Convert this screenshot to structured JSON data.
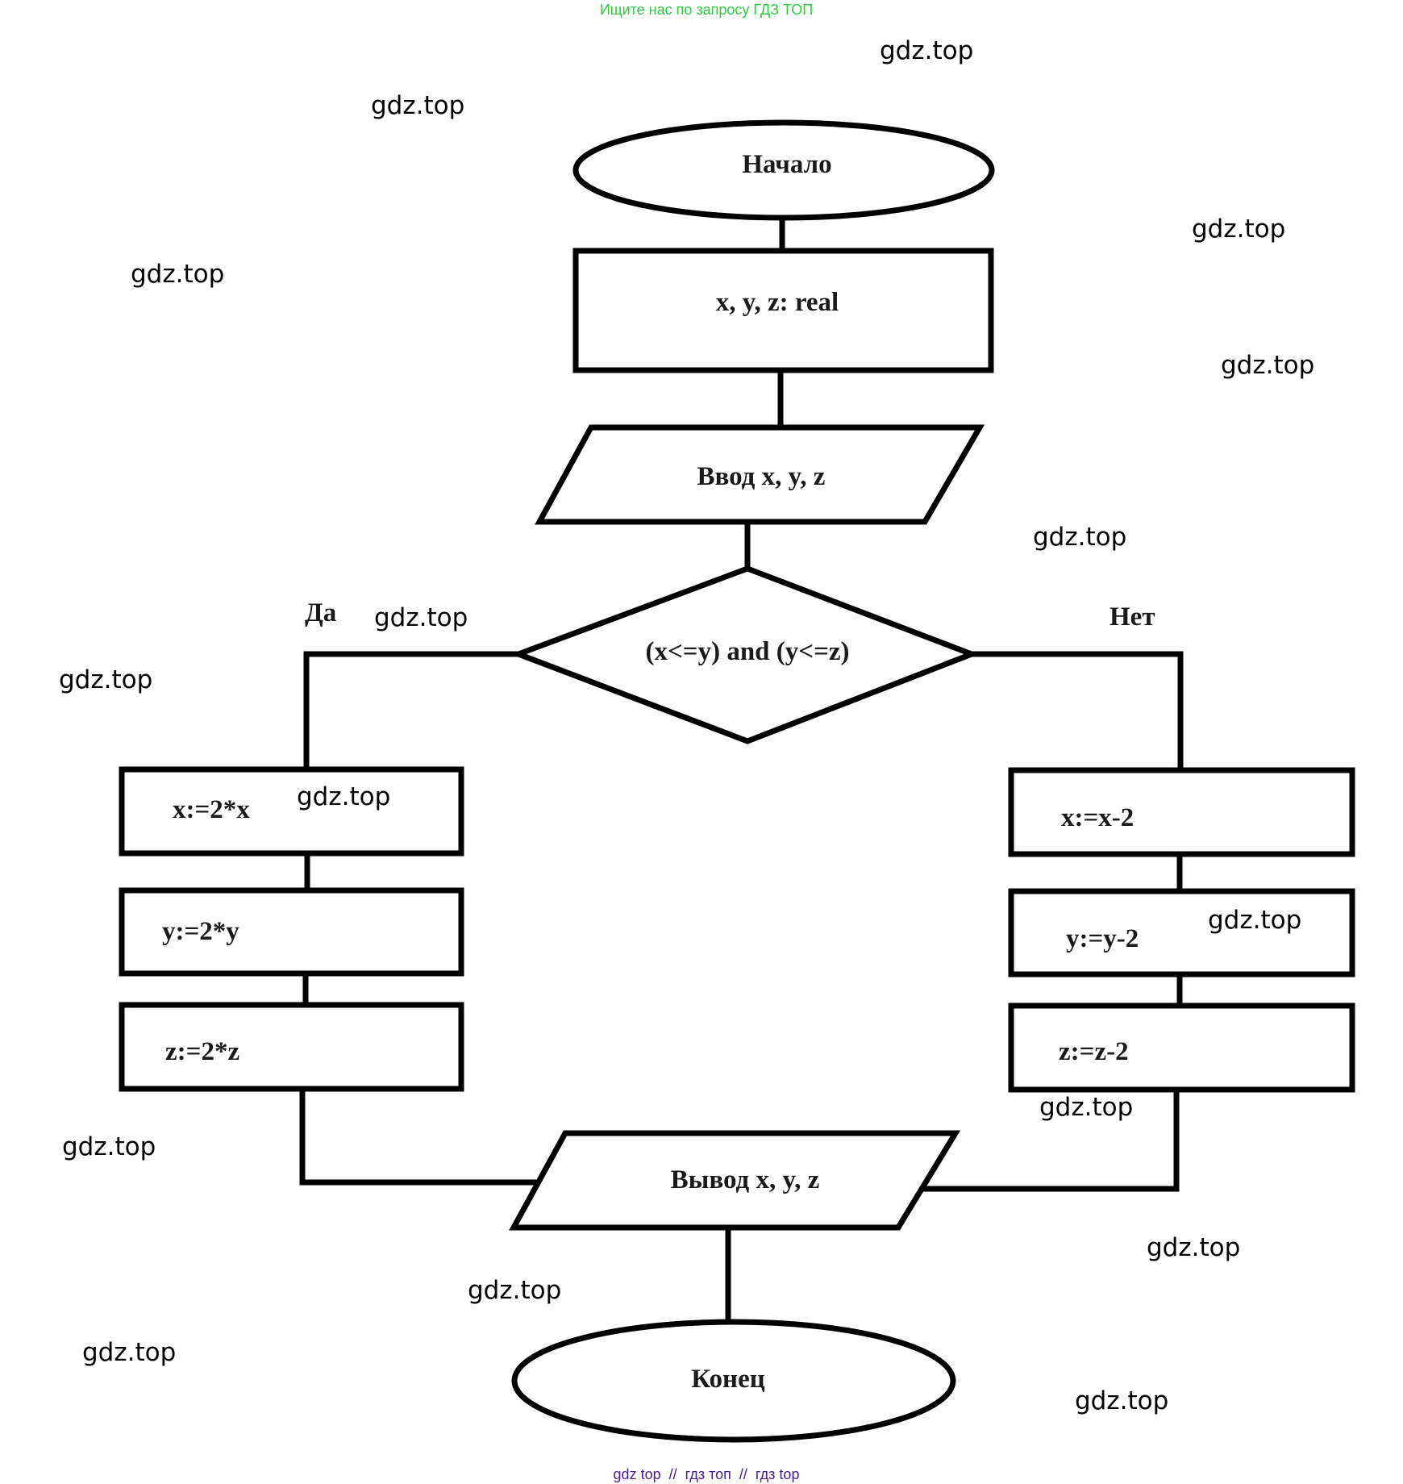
{
  "banner": {
    "text": "Ищите нас по запросу ГДЗ ТОП",
    "color": "#2ecc40"
  },
  "footer": {
    "text": "gdz top  //  гдз топ  //  гдз top",
    "color": "#4b1d8c"
  },
  "flowchart": {
    "start": {
      "type": "terminator",
      "label": "Начало"
    },
    "declare": {
      "type": "process",
      "label": "x, y, z: real"
    },
    "input": {
      "type": "io",
      "label": "Ввод x, y, z"
    },
    "decision": {
      "type": "decision",
      "label": "(x<=y) and (y<=z)"
    },
    "branch_yes": {
      "label": "Да",
      "steps": [
        {
          "type": "process",
          "label": "x:=2*x"
        },
        {
          "type": "process",
          "label": "y:=2*y"
        },
        {
          "type": "process",
          "label": "z:=2*z"
        }
      ]
    },
    "branch_no": {
      "label": "Нет",
      "steps": [
        {
          "type": "process",
          "label": "x:=x-2"
        },
        {
          "type": "process",
          "label": "y:=y-2"
        },
        {
          "type": "process",
          "label": "z:=z-2"
        }
      ]
    },
    "output": {
      "type": "io",
      "label": "Вывод x, y, z"
    },
    "end": {
      "type": "terminator",
      "label": "Конец"
    }
  },
  "watermarks": [
    "gdz.top",
    "gdz.top",
    "gdz.top",
    "gdz.top",
    "gdz.top",
    "gdz.top",
    "gdz.top",
    "gdz.top",
    "gdz.top",
    "gdz.top",
    "gdz.top",
    "gdz.top",
    "gdz.top",
    "gdz.top",
    "gdz.top",
    "gdz.top"
  ]
}
